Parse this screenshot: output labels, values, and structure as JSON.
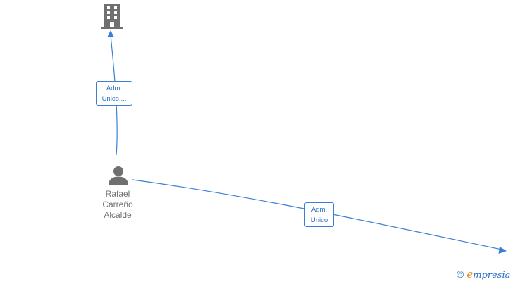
{
  "nodes": {
    "company_top": {
      "icon": "building-icon"
    },
    "person": {
      "icon": "person-icon",
      "name_lines": [
        "Rafael",
        "Carreño",
        "Alcalde"
      ]
    }
  },
  "edges": [
    {
      "from": "person",
      "to": "company_top",
      "label_lines": [
        "Adm.",
        "Unico,..."
      ]
    },
    {
      "from": "person",
      "to": "offscreen-right",
      "label_lines": [
        "Adm.",
        "Unico"
      ]
    }
  ],
  "watermark": {
    "copyright": "©",
    "brand_first": "e",
    "brand_rest": "mpresia"
  },
  "colors": {
    "edge": "#3a7fd5",
    "node_icon": "#707070",
    "brand_accent": "#e9861f"
  }
}
